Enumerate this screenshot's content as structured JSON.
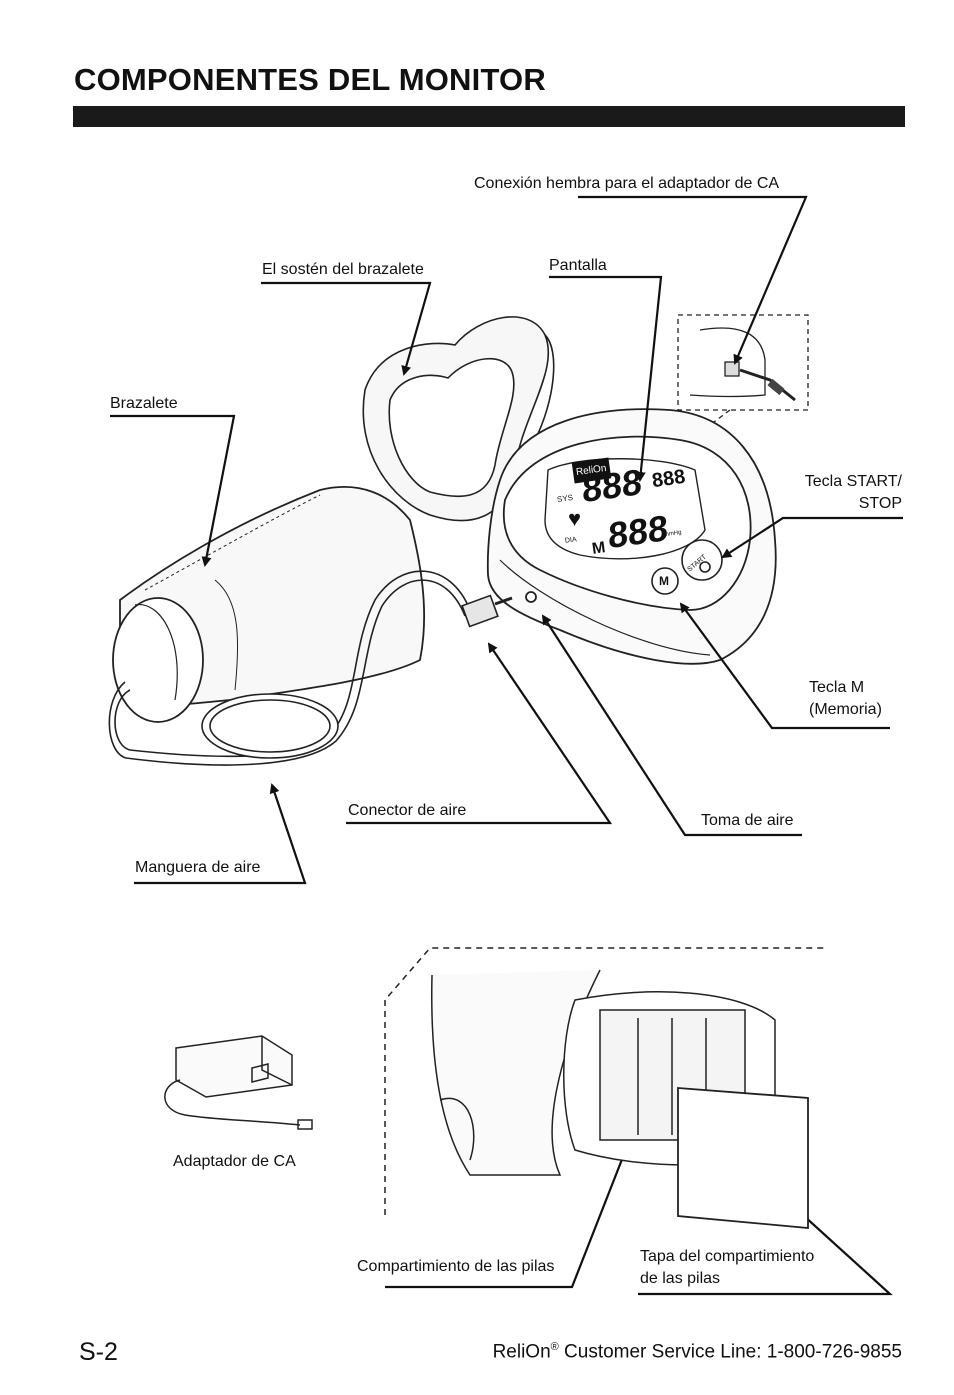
{
  "header": {
    "title": "COMPONENTES DEL MONITOR"
  },
  "labels": {
    "ac_jack": "Conexión hembra para el adaptador de CA",
    "cuff_holder": "El sostén del brazalete",
    "display": "Pantalla",
    "cuff": "Brazalete",
    "start_stop_1": "Tecla START/",
    "start_stop_2": "STOP",
    "m_key_1": "Tecla M",
    "m_key_2": "(Memoria)",
    "air_connector": "Conector de aire",
    "air_jack": "Toma de aire",
    "air_hose": "Manguera de aire",
    "ac_adapter": "Adaptador de CA",
    "battery_compartment": "Compartimiento de las pilas",
    "battery_cover_1": "Tapa del compartimiento",
    "battery_cover_2": "de las pilas"
  },
  "device": {
    "brand": "ReliOn",
    "sys_label": "SYS",
    "dia_label": "DIA",
    "digits": "888",
    "small_digits": "888",
    "memory_letter": "M",
    "unit": "mmHg",
    "start_button": "START",
    "m_button": "M"
  },
  "footer": {
    "page_number": "S-2",
    "brand": "ReliOn",
    "registered": "®",
    "service_line": "Customer Service Line: 1-800-726-9855"
  }
}
